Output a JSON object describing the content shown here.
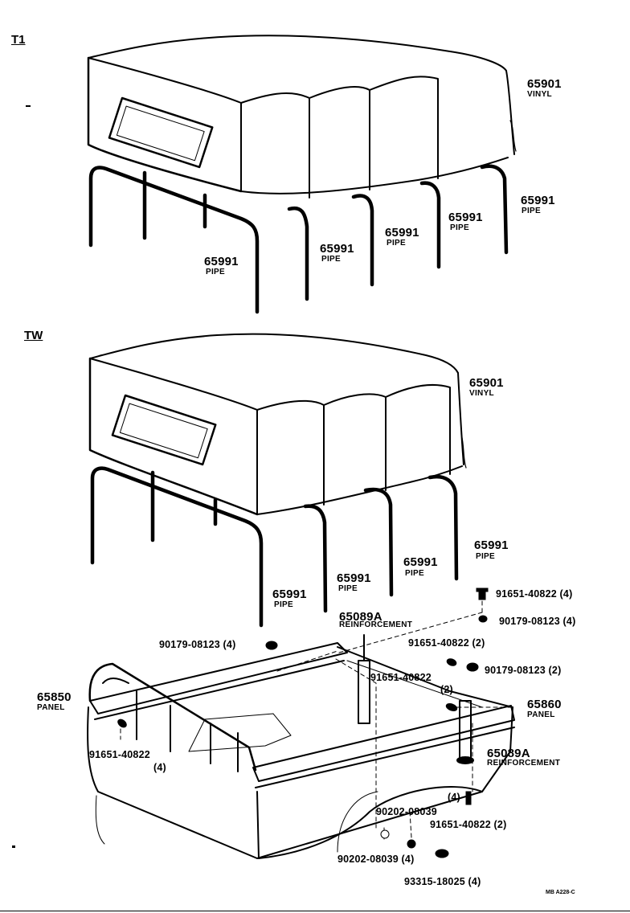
{
  "sections": {
    "t1": "T1",
    "tw": "TW"
  },
  "labels": {
    "t1_vinyl_no": "65901",
    "t1_vinyl_name": "VINYL",
    "t1_pipe1_no": "65991",
    "t1_pipe1_name": "PIPE",
    "t1_pipe2_no": "65991",
    "t1_pipe2_name": "PIPE",
    "t1_pipe3_no": "65991",
    "t1_pipe3_name": "PIPE",
    "t1_pipe4_no": "65991",
    "t1_pipe4_name": "PIPE",
    "t1_pipe5_no": "65991",
    "t1_pipe5_name": "PIPE",
    "tw_vinyl_no": "65901",
    "tw_vinyl_name": "VINYL",
    "tw_pipe1_no": "65991",
    "tw_pipe1_name": "PIPE",
    "tw_pipe2_no": "65991",
    "tw_pipe2_name": "PIPE",
    "tw_pipe3_no": "65991",
    "tw_pipe3_name": "PIPE",
    "tw_pipe4_no": "65991",
    "tw_pipe4_name": "PIPE",
    "bolt_top_right": "91651-40822 (4)",
    "nut_top_right": "90179-08123 (4)",
    "reinf_left_no": "65089A",
    "reinf_left_name": "REINFORCEMENT",
    "nut_left": "90179-08123 (4)",
    "bolt_mid_right": "91651-40822 (2)",
    "nut_mid_right": "90179-08123 (2)",
    "bolt_center": "91651-40822",
    "bolt_center_qty": "(2)",
    "panel_left_no": "65850",
    "panel_left_name": "PANEL",
    "panel_right_no": "65860",
    "panel_right_name": "PANEL",
    "reinf_right_no": "65089A",
    "reinf_right_name": "REINFORCEMENT",
    "bolt_left": "91651-40822",
    "bolt_left_qty": "(4)",
    "bolt_lower_right_qty": "(4)",
    "washer_upper": "90202-08039",
    "bolt_lower_right": "91651-40822 (2)",
    "washer_lower": "90202-08039 (4)",
    "clip": "93315-18025 (4)",
    "drawing_code": "MB A228-C"
  }
}
